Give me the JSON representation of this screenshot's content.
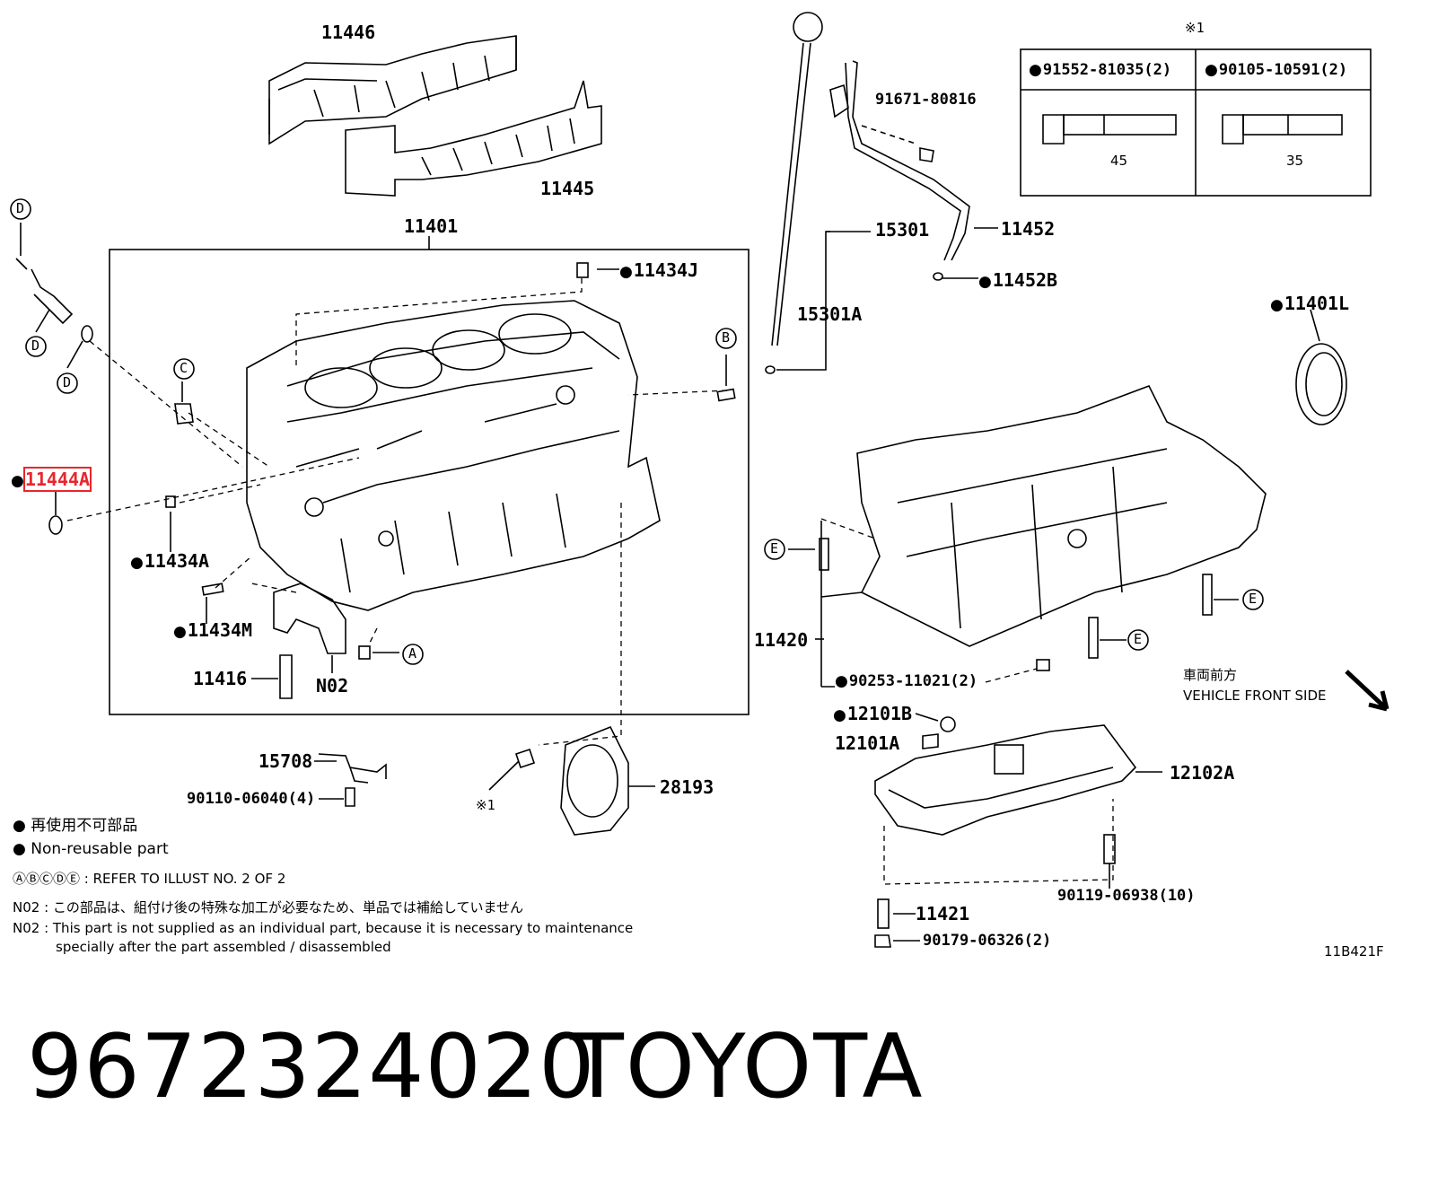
{
  "labels": {
    "p11446": "11446",
    "p11445": "11445",
    "p11401": "11401",
    "p11434J": "11434J",
    "p11444A": "11444A",
    "p11434A": "11434A",
    "p11434M": "11434M",
    "p11416": "11416",
    "pN02": "N02",
    "p15708": "15708",
    "p90110": "90110-06040(4)",
    "p28193": "28193",
    "p91671": "91671-80816",
    "p15301": "15301",
    "p15301A": "15301A",
    "p11452": "11452",
    "p11452B": "11452B",
    "p11401L": "11401L",
    "p11420": "11420",
    "p90253": "90253-11021(2)",
    "p12101B": "12101B",
    "p12101A": "12101A",
    "p12102A": "12102A",
    "p90119": "90119-06938(10)",
    "p11421": "11421",
    "p90179": "90179-06326(2)",
    "ref1": "※1",
    "ref1b": "※1"
  },
  "callouts": {
    "a": "A",
    "b": "B",
    "c": "C",
    "d": "D",
    "e": "E"
  },
  "bolt_table": {
    "mark": "※1",
    "col1_part": "91552-81035(2)",
    "col1_len": "45",
    "col2_part": "90105-10591(2)",
    "col2_len": "35"
  },
  "front": {
    "jp": "車両前方",
    "en": "VEHICLE FRONT SIDE"
  },
  "legend": {
    "nonreuse_jp": "● 再使用不可部品",
    "nonreuse_en": "● Non-reusable part",
    "refer": "ⒶⒷⒸⒹⒺ : REFER TO ILLUST NO. 2 OF 2",
    "n02_jp": "N02 : この部品は、組付け後の特殊な加工が必要なため、単品では補給していません",
    "n02_en1": "N02 : This part is not supplied as an individual part, because it is necessary to maintenance",
    "n02_en2": "specially after the part assembled / disassembled"
  },
  "illust_id": "11B421F",
  "footer": {
    "part_number": "9672324020",
    "brand": "TOYOTA"
  },
  "colors": {
    "highlight": "#e8272d",
    "ink": "#000000"
  }
}
